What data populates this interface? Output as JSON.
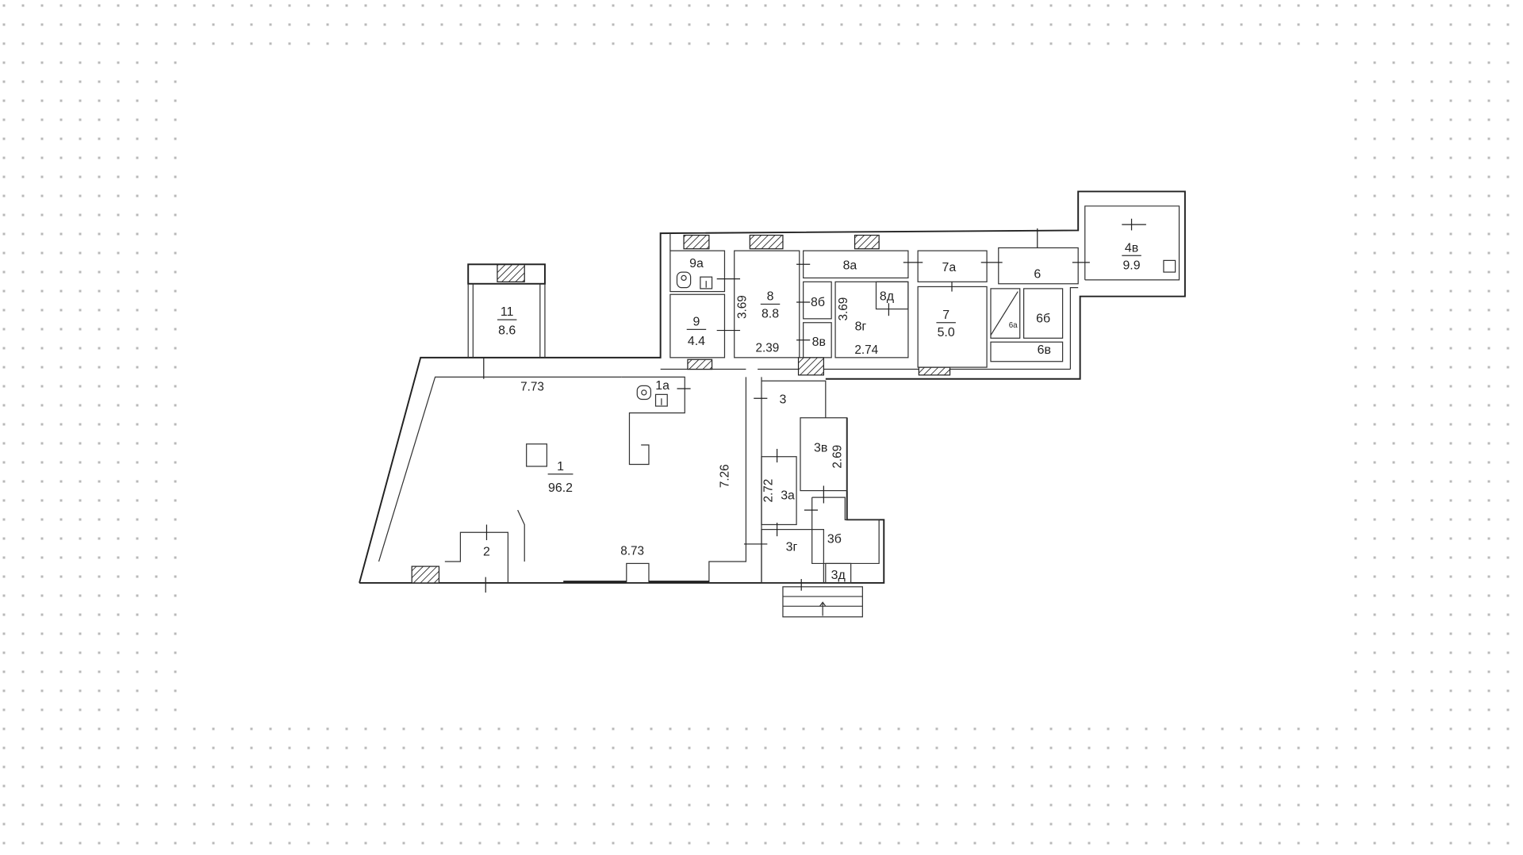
{
  "colors": {
    "background": "#ffffff",
    "dots": "#b8b8b8",
    "walls": "#222222"
  },
  "rooms": {
    "r1": {
      "label": "1",
      "area": "96.2"
    },
    "r1a": {
      "label": "1а"
    },
    "r2": {
      "label": "2"
    },
    "r3": {
      "label": "3"
    },
    "r3a": {
      "label": "3а"
    },
    "r3b": {
      "label": "3б"
    },
    "r3v": {
      "label": "3в"
    },
    "r3g": {
      "label": "3г"
    },
    "r3d": {
      "label": "3д"
    },
    "r4v": {
      "label": "4в",
      "area": "9.9"
    },
    "r6": {
      "label": "6"
    },
    "r6a": {
      "label": "6а"
    },
    "r6b": {
      "label": "6б"
    },
    "r6v": {
      "label": "6в"
    },
    "r7": {
      "label": "7",
      "area": "5.0"
    },
    "r7a": {
      "label": "7а"
    },
    "r8": {
      "label": "8",
      "area": "8.8"
    },
    "r8a": {
      "label": "8а"
    },
    "r8b": {
      "label": "8б"
    },
    "r8v": {
      "label": "8в"
    },
    "r8g": {
      "label": "8г"
    },
    "r8d": {
      "label": "8д"
    },
    "r9": {
      "label": "9",
      "area": "4.4"
    },
    "r9a": {
      "label": "9а"
    },
    "r11": {
      "label": "11",
      "area": "8.6"
    }
  },
  "dimensions": {
    "d773": "7.73",
    "d873": "8.73",
    "d726": "7.26",
    "d369a": "3.69",
    "d239": "2.39",
    "d369b": "3.69",
    "d274": "2.74",
    "d272": "2.72",
    "d269": "2.69"
  }
}
